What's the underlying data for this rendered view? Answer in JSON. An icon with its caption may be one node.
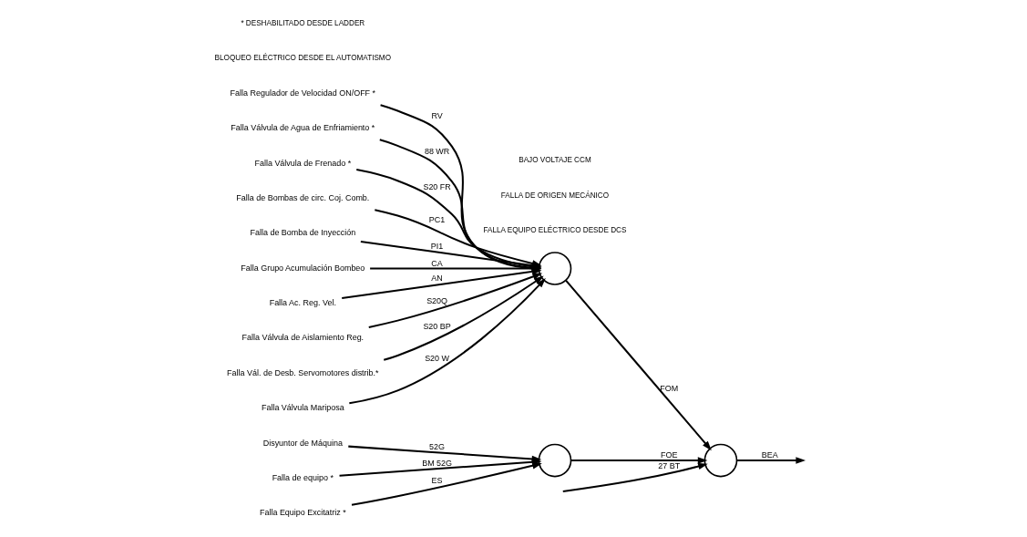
{
  "diagram": {
    "nodes": [
      {
        "text": [
          "Disyuntor de Máquina"
        ]
      },
      {
        "text": [
          "Falla de equipo *"
        ]
      },
      {
        "text": [
          "Falla Equipo Excitatriz *"
        ]
      },
      {
        "text": [],
        "shape": "circle"
      },
      {
        "text": [
          "Falla de Bombas de circ. Coj. Comb."
        ]
      },
      {
        "text": [
          "Falla de Bomba de Inyección"
        ]
      },
      {
        "text": [
          "Falla Grupo Acumulación Bombeo"
        ]
      },
      {
        "text": [
          "Falla Ac. Reg. Vel."
        ]
      },
      {
        "text": [
          "Falla Válvula de Aislamiento Reg."
        ]
      },
      {
        "text": [
          "Falla Vál. de Desb. Servomotores distrib.*"
        ]
      },
      {
        "text": [
          "Falla Válvula Mariposa"
        ]
      },
      {
        "text": [
          "Falla Regulador de Velocidad ON/OFF *"
        ]
      },
      {
        "text": [
          "Falla Válvula de Agua de Enfriamiento *"
        ]
      },
      {
        "text": [
          "Falla Válvula de Frenado *"
        ]
      },
      {
        "text": [],
        "shape": "circle"
      },
      {
        "text": [],
        "shape": "circle"
      }
    ],
    "edges": [
      {
        "from": 0,
        "to": 3,
        "arrow": "to",
        "label": "52G"
      },
      {
        "from": 1,
        "to": 3,
        "arrow": "to",
        "label": "BM 52G"
      },
      {
        "from": 2,
        "to": 3,
        "arrow": "to",
        "label": "ES"
      },
      {
        "from": 4,
        "to": 14,
        "arrow": "to",
        "label": "PC1"
      },
      {
        "from": 5,
        "to": 14,
        "arrow": "to",
        "label": "PI1"
      },
      {
        "from": 6,
        "to": 14,
        "arrow": "to",
        "label": "CA"
      },
      {
        "from": 7,
        "to": 14,
        "arrow": "to",
        "label": "AN"
      },
      {
        "from": 8,
        "to": 14,
        "arrow": "to",
        "label": "S20Q"
      },
      {
        "from": 9,
        "to": 14,
        "arrow": "to",
        "label": "S20 BP"
      },
      {
        "from": 10,
        "to": 14,
        "arrow": "to",
        "label": "S20 W"
      },
      {
        "from": 11,
        "to": 14,
        "arrow": "to",
        "label": "RV"
      },
      {
        "from": 12,
        "to": 14,
        "arrow": "to",
        "label": "88 WR"
      },
      {
        "from": 13,
        "to": 14,
        "arrow": "to",
        "label": "S20 FR"
      },
      {
        "from": 3,
        "to": 15,
        "arrow": "to",
        "label": "FOE"
      },
      {
        "from": 14,
        "to": 15,
        "arrow": "to",
        "label": "FOM"
      },
      {
        "from": null,
        "to": 15,
        "arrow": "to",
        "label": "27 BT"
      },
      {
        "from": 15,
        "to": null,
        "arrow": "to",
        "label": "BEA"
      }
    ],
    "labels": [
      "FALLA EQUIPO ELÉCTRICO DESDE DCS",
      "FALLA DE ORIGEN MECÁNICO",
      "BAJO VOLTAJE CCM",
      "BLOQUEO ELÉCTRICO DESDE EL AUTOMATISMO",
      "* DESHABILITADO DESDE LADDER"
    ]
  }
}
